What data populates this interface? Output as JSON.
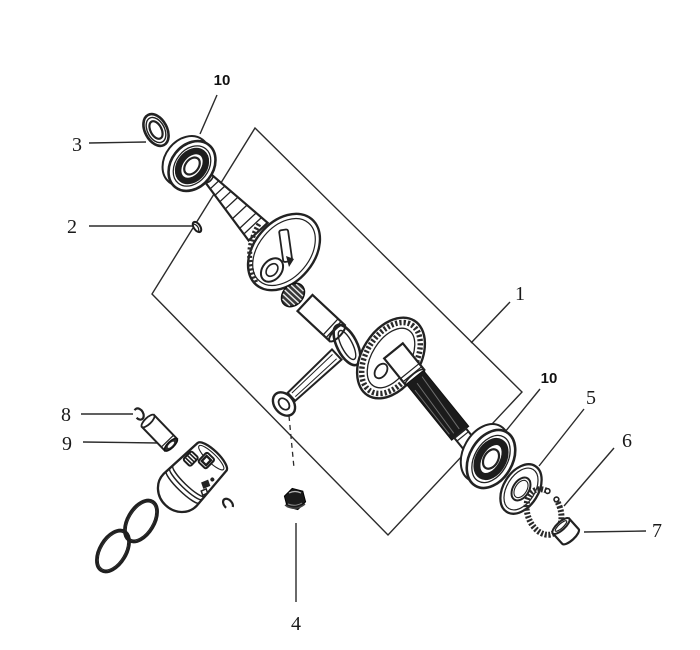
{
  "diagram": {
    "background": "#ffffff",
    "ink_color": "#222222",
    "callouts": [
      {
        "text": "10",
        "weight": "bold"
      },
      {
        "text": "3",
        "weight": "normal"
      },
      {
        "text": "2",
        "weight": "normal"
      },
      {
        "text": "1",
        "weight": "normal"
      },
      {
        "text": "10",
        "weight": "bold"
      },
      {
        "text": "5",
        "weight": "normal"
      },
      {
        "text": "6",
        "weight": "normal"
      },
      {
        "text": "7",
        "weight": "normal"
      },
      {
        "text": "8",
        "weight": "normal"
      },
      {
        "text": "9",
        "weight": "normal"
      },
      {
        "text": "4",
        "weight": "normal"
      }
    ]
  }
}
